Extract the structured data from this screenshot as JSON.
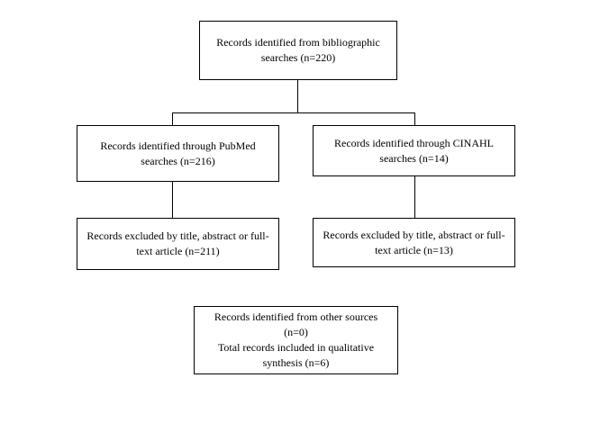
{
  "boxes": {
    "top": "Records identified from bibliographic searches (n=220)",
    "pubmed": "Records identified through PubMed searches (n=216)",
    "cinahl": "Records identified through CINAHL searches (n=14)",
    "pubmed_excluded": "Records excluded by title, abstract or full-text article (n=211)",
    "cinahl_excluded": "Records excluded by title, abstract or full-text article (n=13)",
    "final_line1": "Records identified from other sources",
    "final_line2": "(n=0)",
    "final_line3": "Total records included in qualitative",
    "final_line4": "synthesis (n=6)"
  }
}
